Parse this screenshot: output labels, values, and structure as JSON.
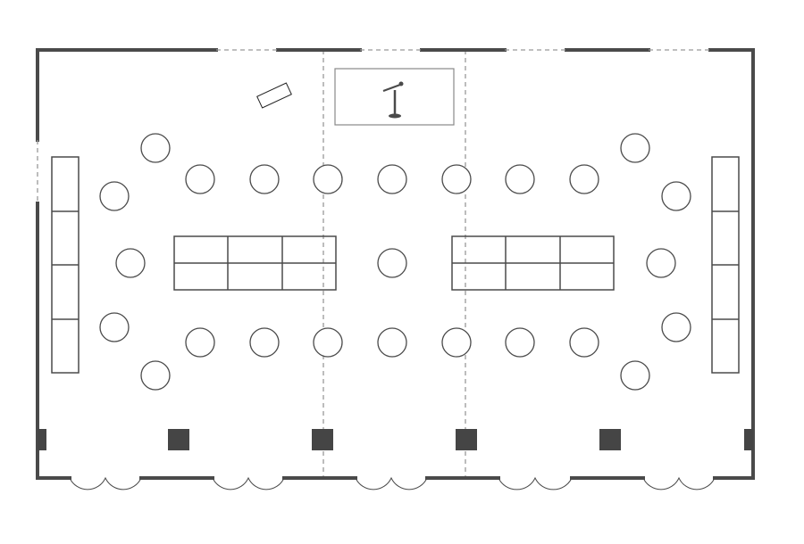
{
  "floorplan": {
    "title": "",
    "colors": {
      "wall": "#4a4a4a",
      "dashed": "#999999",
      "furniture": "#4a4a4a",
      "stage": "#888888",
      "pillar": "#454545",
      "background": "#ffffff"
    },
    "counts": {
      "round_tables": 25,
      "banquet_tables": 2,
      "side_tables": 2,
      "pillars": 6,
      "double_doors": 5
    }
  }
}
